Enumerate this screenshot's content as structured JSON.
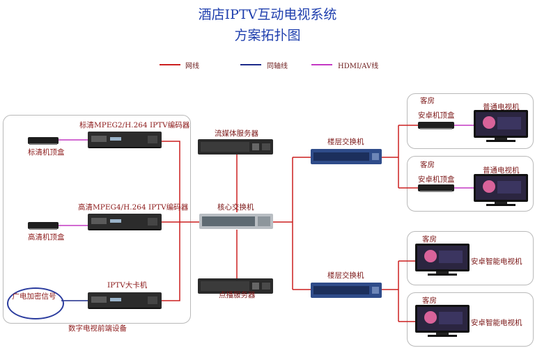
{
  "title": {
    "line1": "酒店IPTV互动电视系统",
    "line2": "方案拓扑图"
  },
  "legend": [
    {
      "label": "网线",
      "color": "#cc1f1f"
    },
    {
      "label": "同轴线",
      "color": "#1c2a8a"
    },
    {
      "label": "HDMI/AV线",
      "color": "#c438c4"
    }
  ],
  "frontend": {
    "group_label": "数字电视前端设备",
    "encoder_sd_label": "标清MPEG2/H.264 IPTV编码器",
    "encoder_hd_label": "高清MPEG4/H.264 IPTV编码器",
    "iptv_card_label": "IPTV大卡机",
    "stb_sd_label": "标清机顶盒",
    "stb_hd_label": "高清机顶盒",
    "encrypted_signal_label": "广电加密信号"
  },
  "core": {
    "media_server_label": "流媒体服务器",
    "core_switch_label": "核心交换机",
    "vod_server_label": "点播服务器"
  },
  "floor_switch_top_label": "楼层交换机",
  "floor_switch_bottom_label": "楼层交换机",
  "rooms": [
    {
      "room_label": "客房",
      "stb_label": "安卓机顶盒",
      "tv_label": "普通电视机"
    },
    {
      "room_label": "客房",
      "stb_label": "安卓机顶盒",
      "tv_label": "普通电视机"
    },
    {
      "room_label": "客房",
      "tv_label": "安卓智能电视机"
    },
    {
      "room_label": "客房",
      "tv_label": "安卓智能电视机"
    }
  ]
}
